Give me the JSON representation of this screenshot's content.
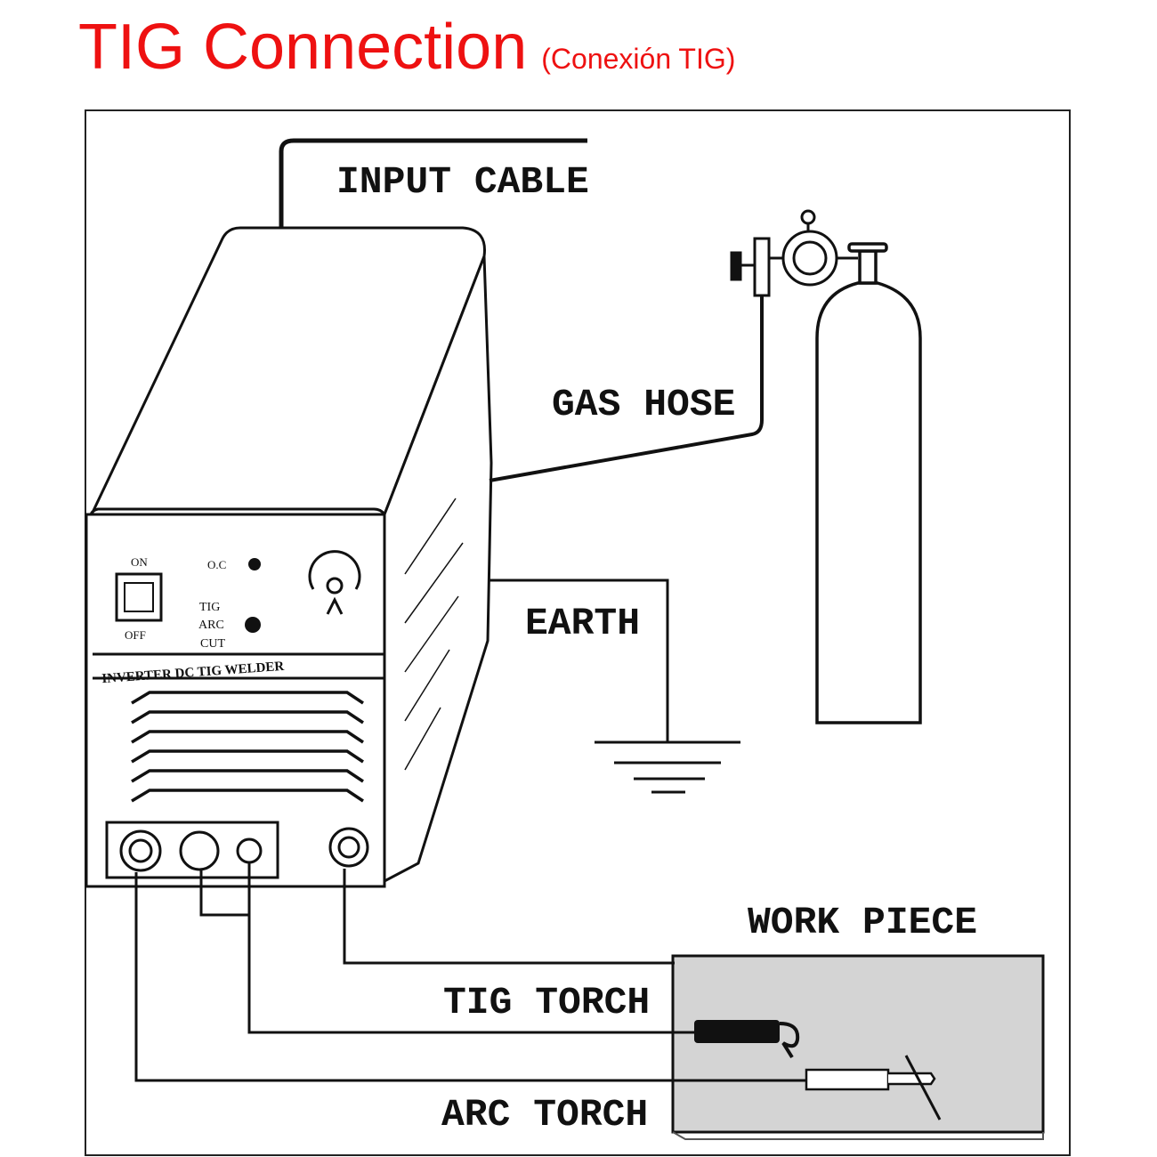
{
  "title": {
    "main": "TIG Connection",
    "sub": "(Conexión TIG)"
  },
  "labels": {
    "input_cable": "INPUT CABLE",
    "gas_hose": "GAS HOSE",
    "earth": "EARTH",
    "work_piece": "WORK PIECE",
    "tig_torch": "TIG TORCH",
    "arc_torch": "ARC TORCH"
  },
  "panel": {
    "on": "ON",
    "off": "OFF",
    "oc": "O.C",
    "tig": "TIG",
    "arc": "ARC",
    "cut": "CUT",
    "model": "INVERTER DC TIG WELDER"
  },
  "colors": {
    "title": "#ee1111",
    "line": "#111111",
    "work_piece_fill": "#d4d4d4"
  }
}
